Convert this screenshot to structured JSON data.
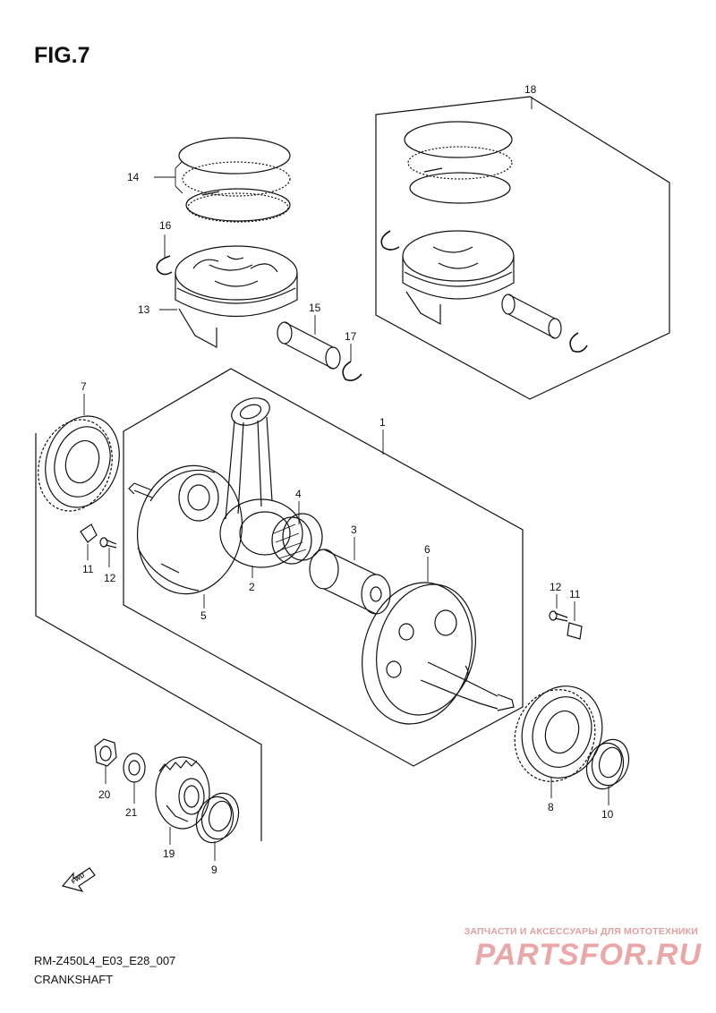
{
  "figure": {
    "title": "FIG.7",
    "code": "RM-Z450L4_E03_E28_007",
    "name": "CRANKSHAFT"
  },
  "watermark": {
    "tagline": "ЗАПЧАСТИ И АКСЕССУАРЫ ДЛЯ МОТОТЕХНИКИ",
    "logo": "PARTSFOR.RU"
  },
  "fwd_label": "FWD",
  "callouts": {
    "c1": "1",
    "c2": "2",
    "c3": "3",
    "c4": "4",
    "c5": "5",
    "c6": "6",
    "c7": "7",
    "c8": "8",
    "c9": "9",
    "c10": "10",
    "c11a": "11",
    "c11b": "11",
    "c12a": "12",
    "c12b": "12",
    "c13": "13",
    "c14": "14",
    "c15": "15",
    "c16": "16",
    "c17": "17",
    "c18": "18",
    "c19": "19",
    "c20": "20",
    "c21": "21"
  }
}
